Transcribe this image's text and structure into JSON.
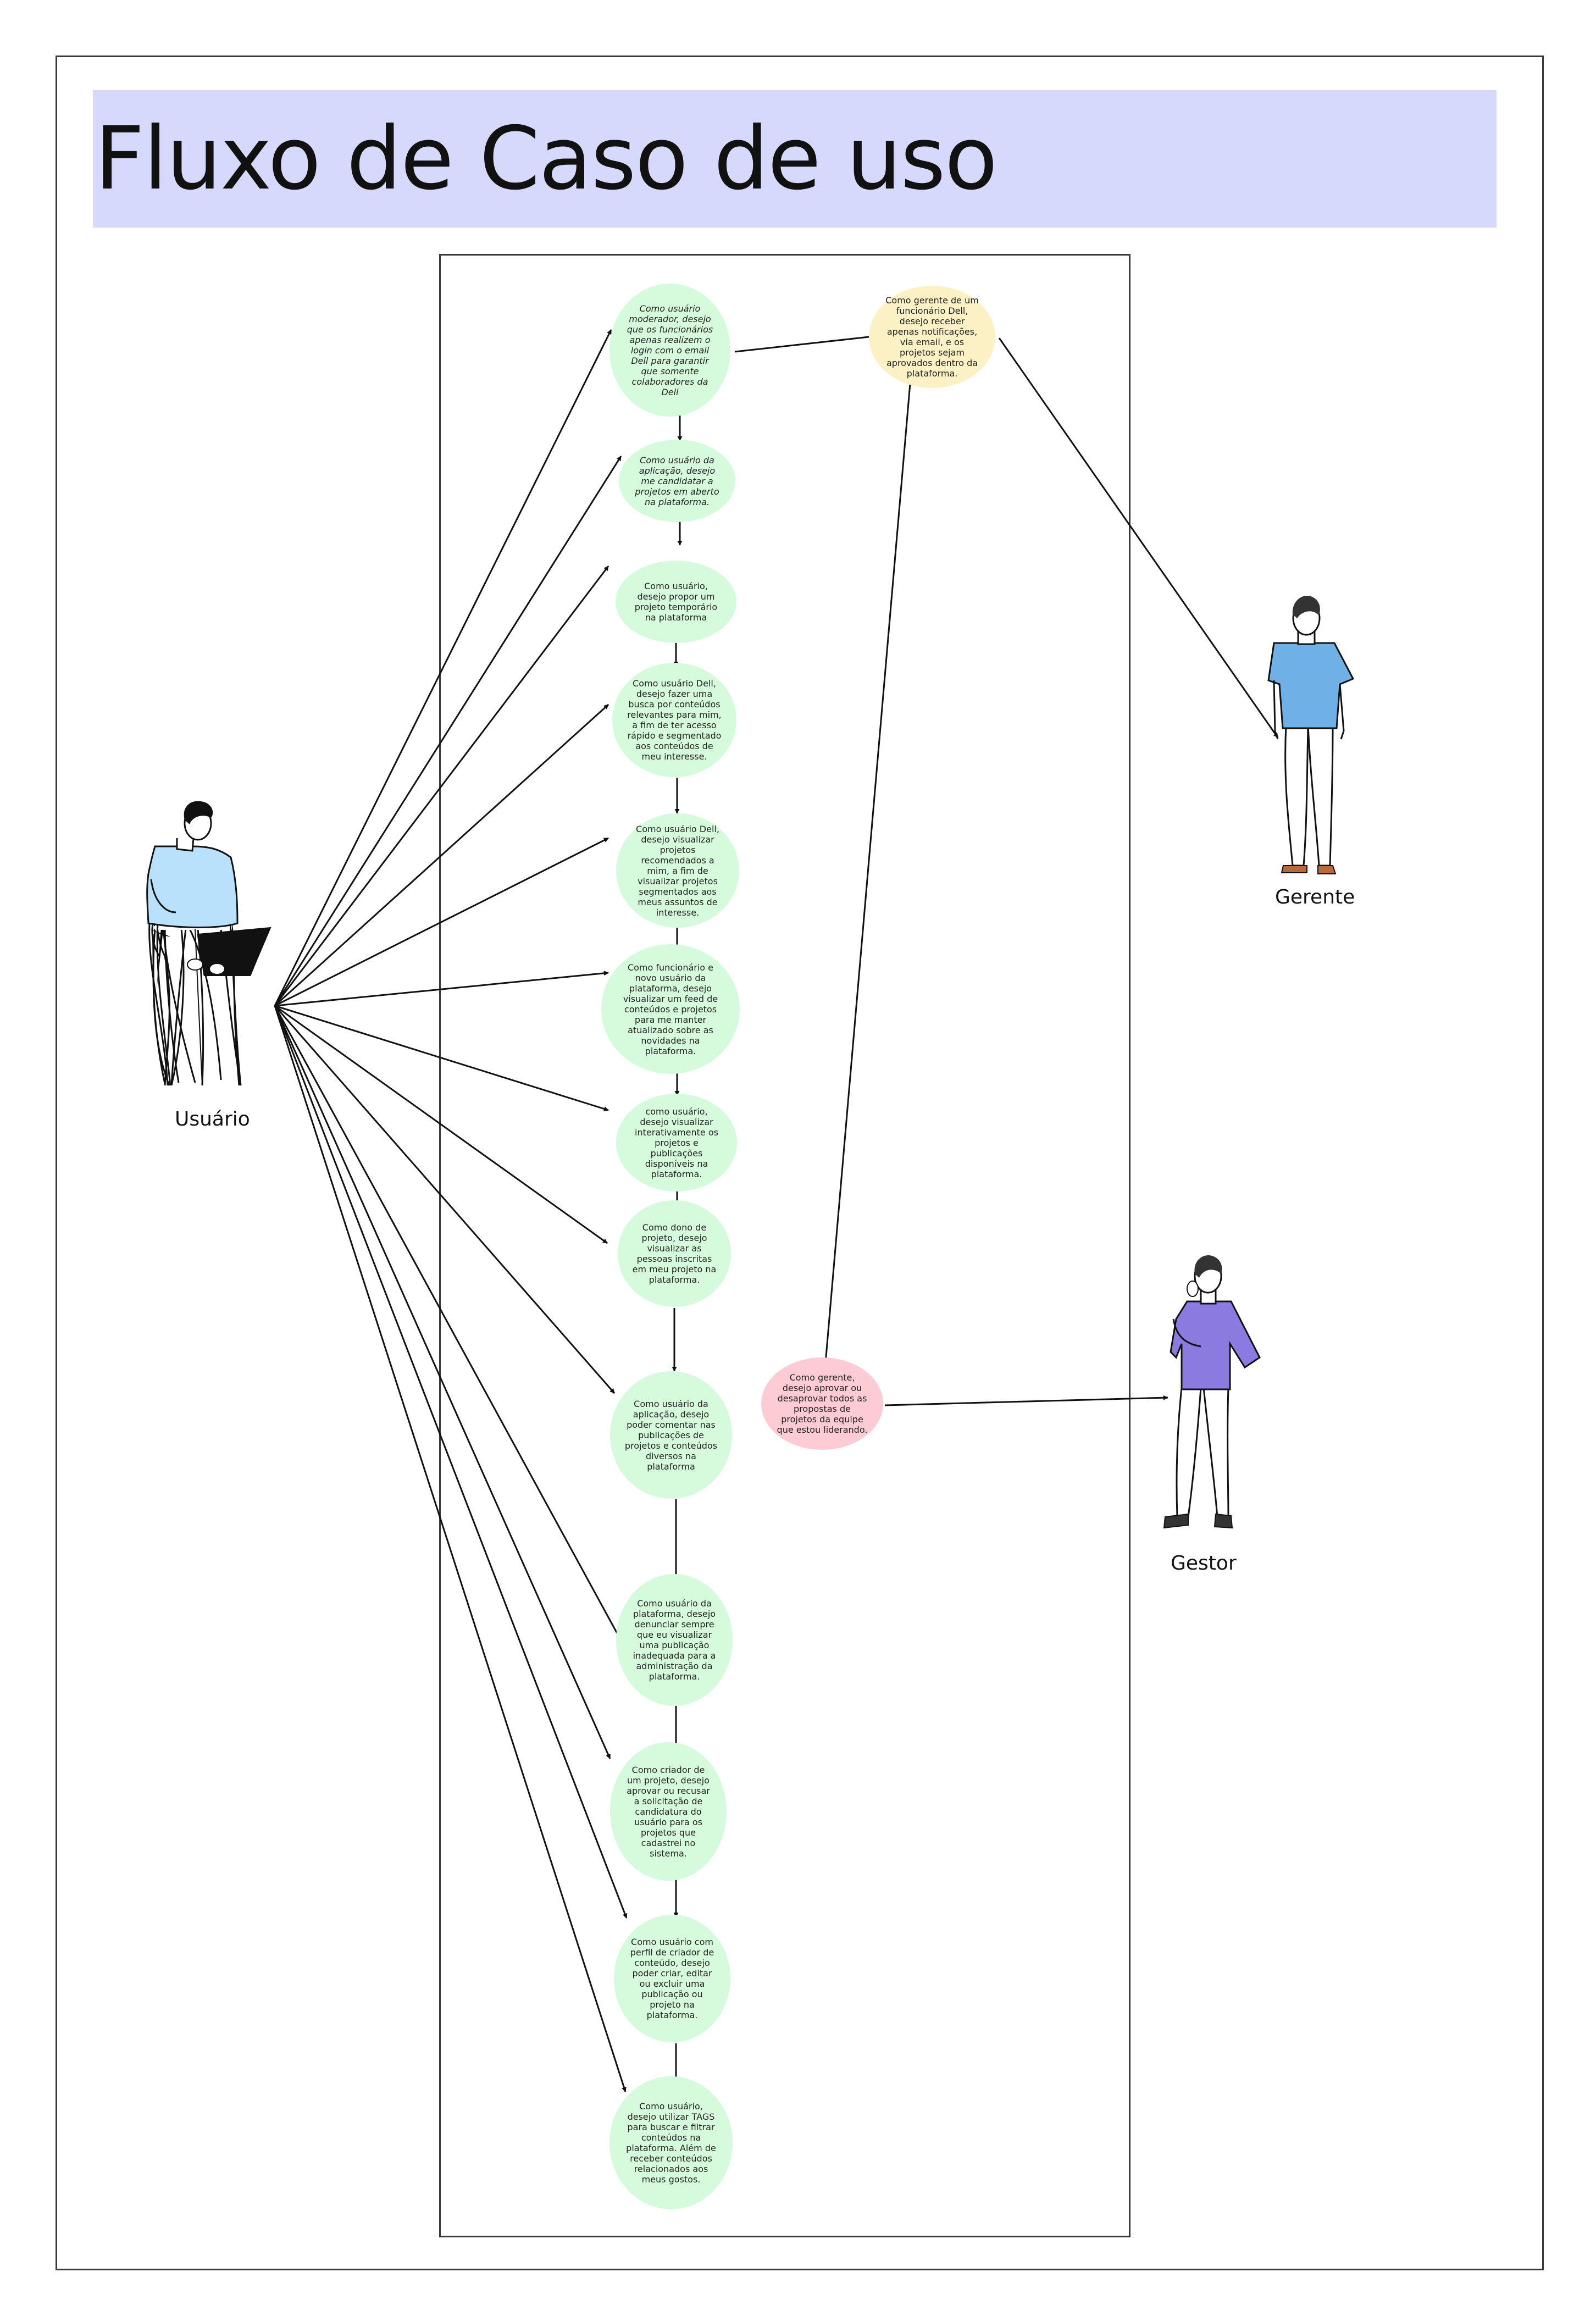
{
  "title": "Fluxo de Caso de uso",
  "actors": {
    "usuario": "Usuário",
    "gerente": "Gerente",
    "gestor": "Gestor"
  },
  "use_cases": [
    "Como usuário moderador, desejo que os funcionários apenas realizem o login com o email Dell para garantir que somente colaboradores da Dell",
    "Como usuário da aplicação, desejo me candidatar a projetos em aberto na plataforma.",
    "Como usuário, desejo propor um projeto temporário na plataforma",
    "Como usuário Dell, desejo fazer uma busca por conteúdos relevantes para mim, a fim de ter acesso rápido e segmentado aos conteúdos de meu interesse.",
    "Como usuário Dell, desejo visualizar projetos recomendados a mim, a fim de visualizar projetos segmentados aos meus assuntos de interesse.",
    "Como funcionário e novo usuário da plataforma, desejo visualizar um feed de conteúdos e projetos para me manter atualizado sobre as novidades na plataforma.",
    "como usuário, desejo visualizar interativamente os projetos e publicações disponíveis na plataforma.",
    "Como dono de projeto, desejo visualizar as pessoas inscritas em meu projeto na plataforma.",
    "Como usuário da aplicação, desejo poder comentar nas publicações de projetos e conteúdos diversos na plataforma",
    "Como usuário da plataforma, desejo denunciar sempre que eu visualizar uma publicação inadequada para a administração da plataforma.",
    "Como criador de um projeto, desejo aprovar ou recusar a solicitação de candidatura do usuário para os projetos que cadastrei no sistema.",
    "Como usuário com perfil de criador de conteúdo, desejo poder criar, editar ou excluir uma publicação ou projeto na plataforma.",
    "Como usuário, desejo utilizar TAGS para buscar e filtrar conteúdos na plataforma. Além de receber conteúdos relacionados aos meus gostos."
  ],
  "manager_cases": {
    "gerente_notifications": "Como gerente de um funcionário Dell, desejo receber apenas notificações, via email, e os projetos sejam aprovados dentro da plataforma.",
    "gestor_approval": "Como gerente, desejo aprovar ou desaprovar todos as propostas de projetos da equipe que estou liderando."
  },
  "colors": {
    "title_banner": "#d6d9fb",
    "use_case_green": "#d6fbdc",
    "manager_yellow": "#fcf1c4",
    "gestor_pink": "#fccbd3",
    "usuario_shirt": "#b9e1fb",
    "gerente_shirt": "#6fb1e6",
    "gestor_sweater": "#8b7be0"
  },
  "icons": [
    "person-with-laptop-icon",
    "standing-man-icon",
    "thinking-man-icon"
  ]
}
